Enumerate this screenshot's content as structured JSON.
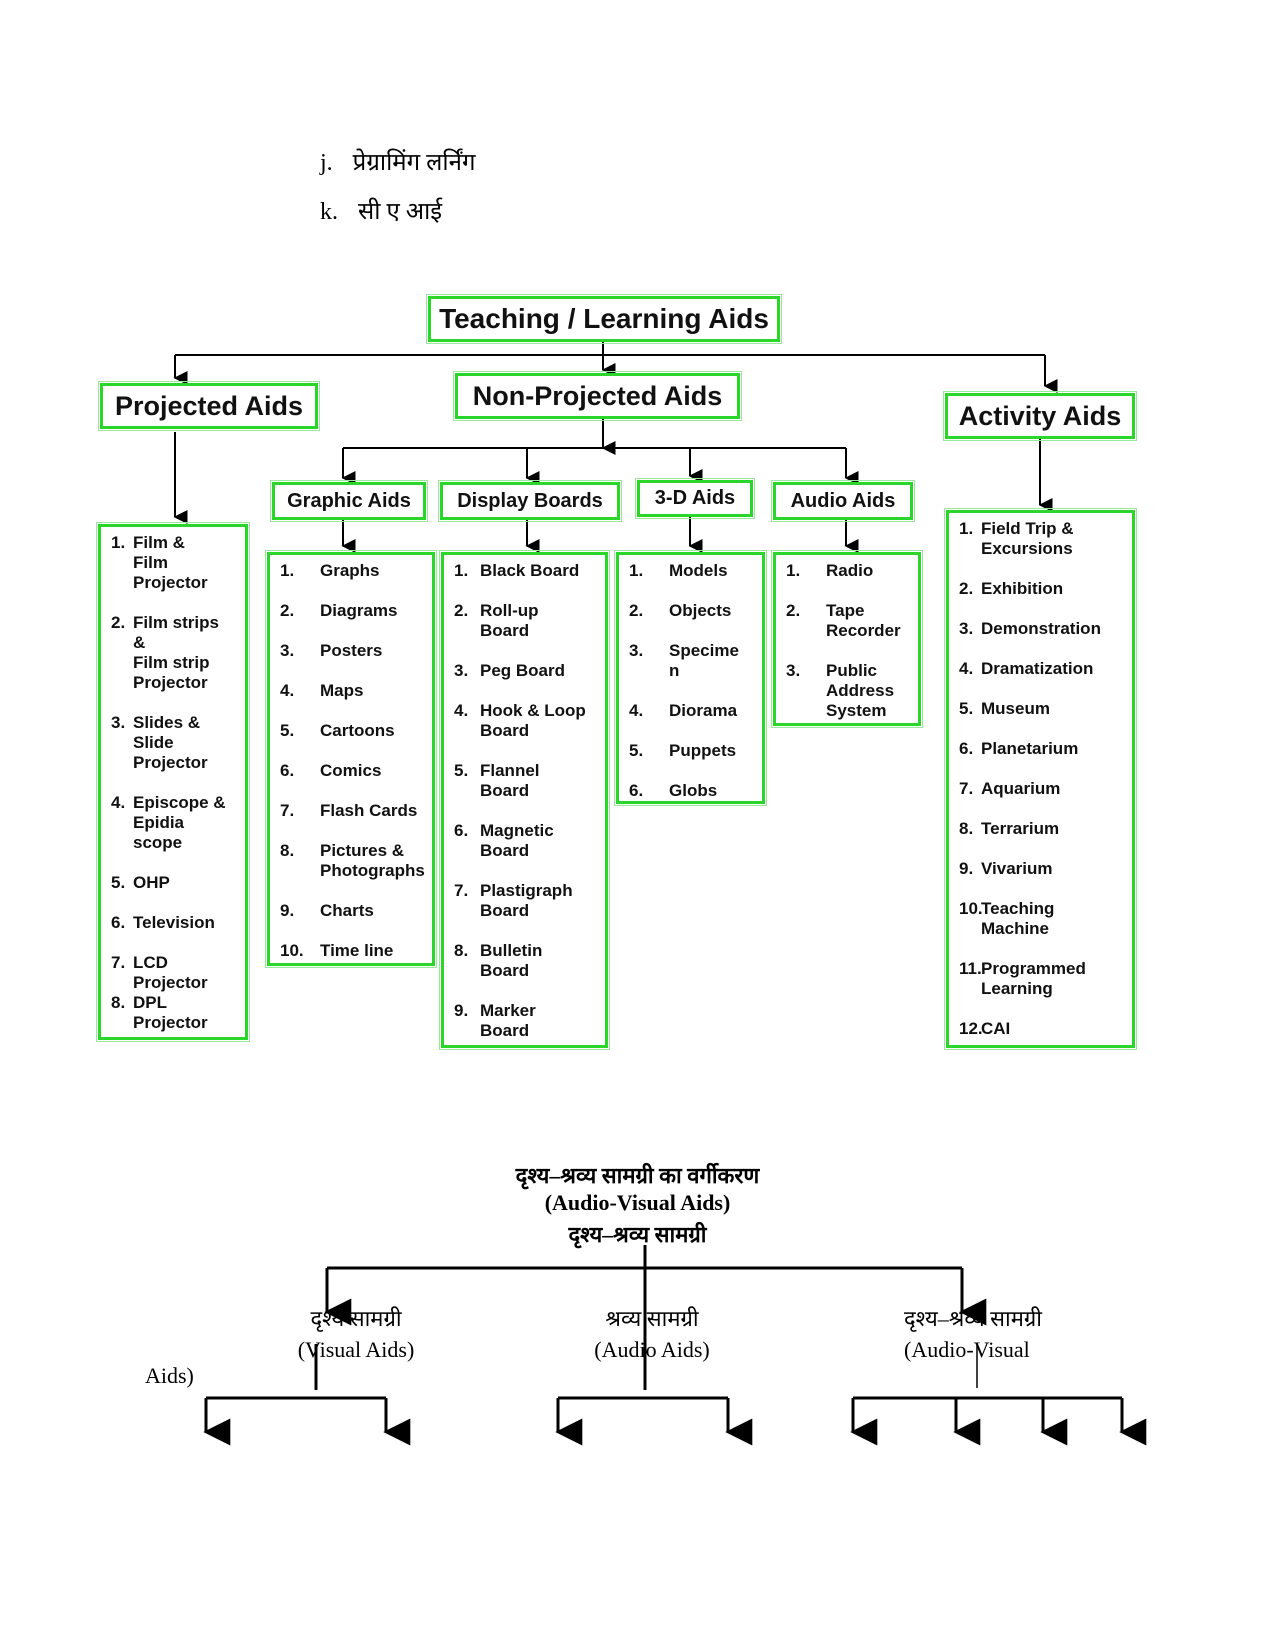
{
  "intro": [
    {
      "letter": "j.",
      "text": "प्रेग्रामिंग लर्निंग"
    },
    {
      "letter": "k.",
      "text": "सी ए आई"
    }
  ],
  "chart1": {
    "root": "Teaching / Learning Aids",
    "branches": {
      "projected": "Projected Aids",
      "non_projected": "Non-Projected Aids",
      "activity": "Activity Aids"
    },
    "subheads": {
      "graphic": "Graphic Aids",
      "display": "Display Boards",
      "three_d": "3-D Aids",
      "audio": "Audio Aids"
    },
    "projected_items": [
      {
        "num": "1.",
        "text": "Film &\nFilm\n      Projector"
      },
      {
        "num": "2.",
        "text": "Film strips\n    &\n  Film strip\n      Projector"
      },
      {
        "num": "3.",
        "text": "Slides &\n  Slide\n      Projector"
      },
      {
        "num": "4.",
        "text": "Episcope &\n  Epidia\n      scope"
      },
      {
        "num": "5.",
        "text": "OHP"
      },
      {
        "num": "6.",
        "text": "Television"
      },
      {
        "num": "7.",
        "text": "LCD\n      Projector"
      },
      {
        "num": "8.",
        "text": "DPL\n      Projector"
      }
    ],
    "graphic_items": [
      {
        "num": "1.",
        "text": "Graphs"
      },
      {
        "num": "2.",
        "text": "Diagrams"
      },
      {
        "num": "3.",
        "text": "Posters"
      },
      {
        "num": "4.",
        "text": "Maps"
      },
      {
        "num": "5.",
        "text": "Cartoons"
      },
      {
        "num": "6.",
        "text": "Comics"
      },
      {
        "num": "7.",
        "text": "Flash Cards"
      },
      {
        "num": "8.",
        "text": "Pictures &\nPhotographs"
      },
      {
        "num": "9.",
        "text": "Charts"
      },
      {
        "num": "10.",
        "text": "Time line"
      }
    ],
    "display_items": [
      {
        "num": "1.",
        "text": "Black Board"
      },
      {
        "num": "2.",
        "text": "Roll-up\n  Board"
      },
      {
        "num": "3.",
        "text": "Peg Board"
      },
      {
        "num": "4.",
        "text": "Hook & Loop\n  Board"
      },
      {
        "num": "5.",
        "text": "Flannel\n  Board"
      },
      {
        "num": "6.",
        "text": "Magnetic\n  Board"
      },
      {
        "num": "7.",
        "text": "Plastigraph\n  Board"
      },
      {
        "num": "8.",
        "text": "Bulletin\n  Board"
      },
      {
        "num": "9.",
        "text": "Marker\n  Board"
      }
    ],
    "three_d_items": [
      {
        "num": "1.",
        "text": "Models"
      },
      {
        "num": "2.",
        "text": "Objects"
      },
      {
        "num": "3.",
        "text": "Specime\nn"
      },
      {
        "num": "4.",
        "text": "Diorama"
      },
      {
        "num": "5.",
        "text": "Puppets"
      },
      {
        "num": "6.",
        "text": "Globs"
      }
    ],
    "audio_items": [
      {
        "num": "1.",
        "text": "Radio"
      },
      {
        "num": "2.",
        "text": "Tape\n  Recorder"
      },
      {
        "num": "3.",
        "text": "Public\nAddress\nSystem"
      }
    ],
    "activity_items": [
      {
        "num": "1.",
        "text": "Field Trip &\n  Excursions"
      },
      {
        "num": "2.",
        "text": "Exhibition"
      },
      {
        "num": "3.",
        "text": "Demonstration"
      },
      {
        "num": "4.",
        "text": "Dramatization"
      },
      {
        "num": "5.",
        "text": "Museum"
      },
      {
        "num": "6.",
        "text": "Planetarium"
      },
      {
        "num": "7.",
        "text": "Aquarium"
      },
      {
        "num": "8.",
        "text": "Terrarium"
      },
      {
        "num": "9.",
        "text": "Vivarium"
      },
      {
        "num": "10.",
        "text": "Teaching\n  Machine"
      },
      {
        "num": "11.",
        "text": "Programmed\n  Learning"
      },
      {
        "num": "12.",
        "text": "CAI"
      }
    ]
  },
  "chart2": {
    "title_hi": "दृश्य–श्रव्य सामग्री का वर्गीकरण",
    "title_en": "(Audio-Visual Aids)",
    "subtitle_hi": "दृश्य–श्रव्य सामग्री",
    "visual_hi": "दृश्य सामग्री",
    "visual_en": "(Visual Aids)",
    "audio_hi": "श्रव्य सामग्री",
    "audio_en": "(Audio Aids)",
    "av_hi": "दृश्य–श्रव्य सामग्री",
    "av_en": "(Audio-Visual",
    "av_en_tail": "Aids)"
  }
}
